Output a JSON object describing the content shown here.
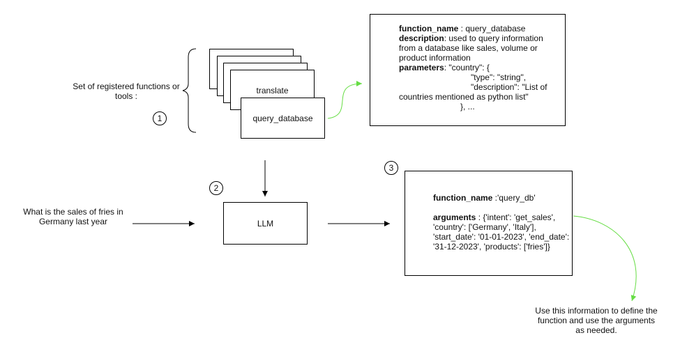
{
  "tools": {
    "label_line1": "Set of registered functions or",
    "label_line2": "tools :",
    "badge": "1",
    "stack": [
      "translate",
      "query_database"
    ]
  },
  "schema": {
    "name_key": "function_name",
    "name_sep": " : ",
    "name_val": "query_database",
    "desc_key": "description",
    "desc_val1": ": used to query information",
    "desc_val2": "from a database like sales, volume or",
    "desc_val3": "product information",
    "params_key": "parameters",
    "params_val1": ": \"country\": {",
    "params_val2": "\"type\": \"string\",",
    "params_val3": "\"description\": \"List of",
    "params_val4": "countries mentioned as python list\"",
    "params_val5": "}, ..."
  },
  "query": {
    "line1": "What is the sales of fries in",
    "line2": "Germany last year"
  },
  "llm": {
    "badge": "2",
    "label": "LLM"
  },
  "output": {
    "badge": "3",
    "name_key": "function_name",
    "name_val": " :'query_db'",
    "args_key": "arguments",
    "args_line1": " :  {'intent': 'get_sales',",
    "args_line2": "'country': ['Germany', 'Italy'],",
    "args_line3": "'start_date': '01-01-2023', 'end_date':",
    "args_line4": "'31-12-2023', 'products': ['fries']}"
  },
  "note": {
    "line1": "Use this information to define the",
    "line2": "function and use the arguments",
    "line3": "as needed."
  },
  "colors": {
    "accent": "#66dd44",
    "stroke": "#000000"
  }
}
